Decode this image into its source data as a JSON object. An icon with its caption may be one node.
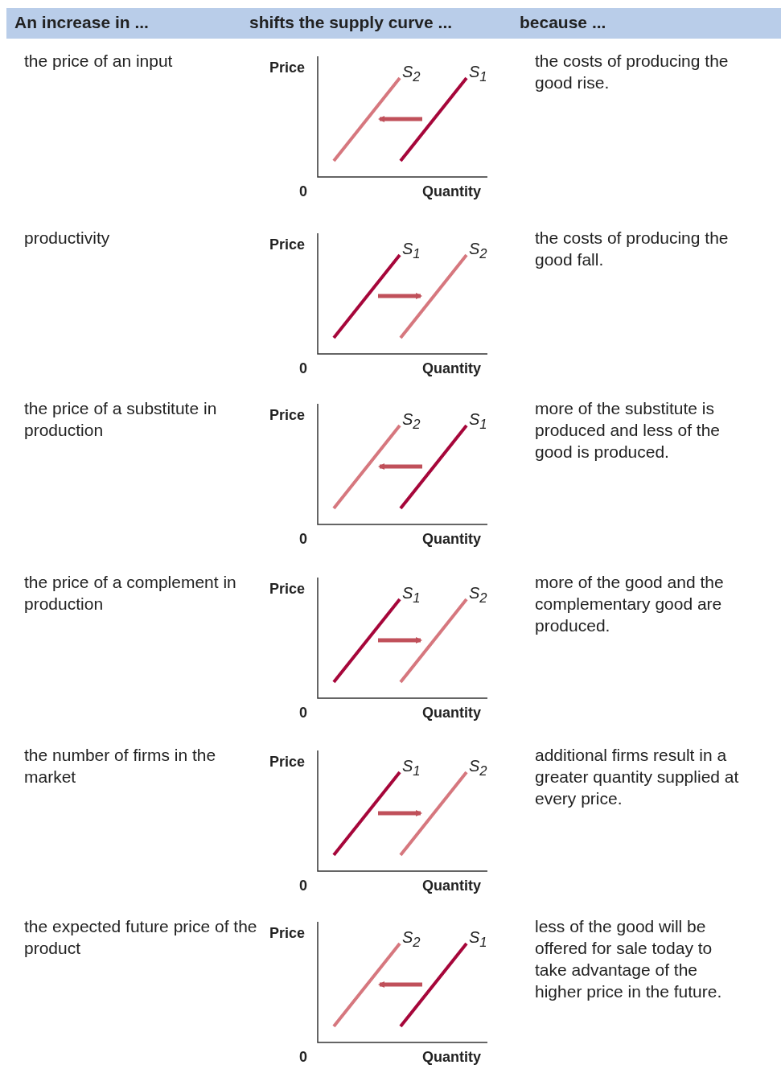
{
  "diagram": {
    "labels": [
      "An increase in ...",
      "shifts the supply curve ...",
      "because ...",
      "the price of an input",
      "Price",
      "S$_{2}$",
      "S$_{1}$",
      "the costs of producing the good rise.",
      "0",
      "Quantity",
      "productivity",
      "Price",
      "S$_{1}$",
      "S$_{2}$",
      "the costs of producing the good fall.",
      "0",
      "Quantity",
      "the price of a substitute in production",
      "Price",
      "S$_{2}$",
      "S$_{1}$",
      "more of the substitute is produced and less of the good is produced.",
      "0",
      "Quantity",
      "the price of a complement in production",
      "Price",
      "S$_{1}$",
      "S$_{2}$",
      "more of the good and the complementary good are produced.",
      "0",
      "Quantity",
      "the number of firms in the market",
      "Price",
      "S$_{1}$",
      "S$_{2}$",
      "additional firms result in a greater quantity supplied at every price.",
      "0",
      "Quantity",
      "the expected future price of the product",
      "Price",
      "S$_{2}$",
      "S$_{1}$",
      "less of the good will be offered for sale today to take advantage of the higher price in the future.",
      "0",
      "Quantity"
    ]
  }
}
